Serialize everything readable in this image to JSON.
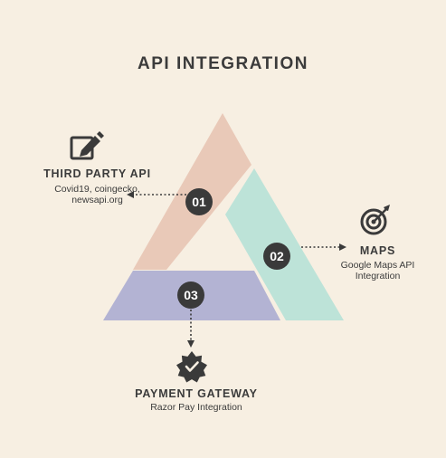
{
  "title": "API INTEGRATION",
  "colors": {
    "background": "#f7efe2",
    "segment_top_left": "#e9c9b8",
    "segment_right": "#bde3d8",
    "segment_bottom": "#b3b3d3",
    "badge": "#3a3a3a"
  },
  "steps": [
    {
      "number": "01",
      "heading": "THIRD PARTY API",
      "description": "Covid19, coingecko, newsapi.org",
      "icon": "edit-icon"
    },
    {
      "number": "02",
      "heading": "MAPS",
      "description": "Google Maps API Integration",
      "icon": "target-icon"
    },
    {
      "number": "03",
      "heading": "PAYMENT GATEWAY",
      "description": "Razor Pay Integration",
      "icon": "verified-badge-icon"
    }
  ]
}
